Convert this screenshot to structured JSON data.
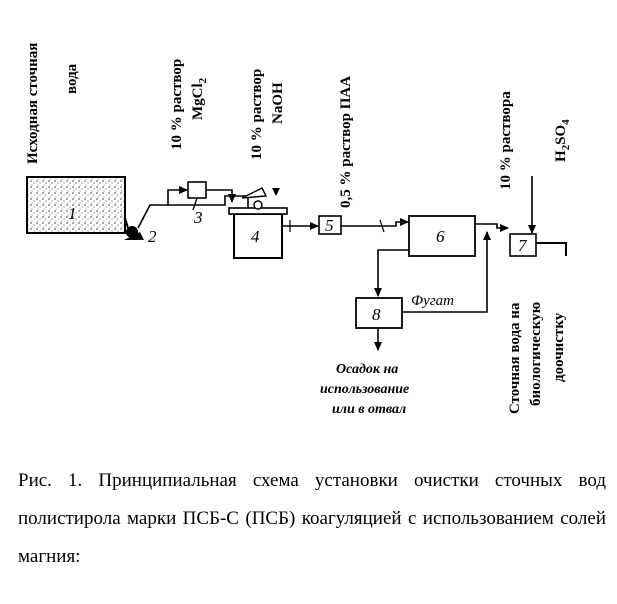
{
  "labels": {
    "source_line1": "Исходная сточная",
    "source_line2": "вода",
    "mgcl2_line1": "10 % раствор",
    "mgcl2_line2": "MgCl",
    "mgcl2_sub": "2",
    "naoh_line1": "10 % раствор",
    "naoh_line2": "NaOH",
    "paa": "0,5 % раствор ПАА",
    "h2so4_line1": "10 % раствора",
    "h2so4_H": "H",
    "h2so4_2": "2",
    "h2so4_SO": "SO",
    "h2so4_4": "4",
    "outlet_line1": "Сточная вода на",
    "outlet_line2": "биологическую",
    "outlet_line3": "доочистку",
    "fugat": "Фугат",
    "sediment_line1": "Осадок на",
    "sediment_line2": "использование",
    "sediment_line3": "или в отвал"
  },
  "nodes": {
    "n1": "1",
    "n2": "2",
    "n3": "3",
    "n4": "4",
    "n5": "5",
    "n6": "6",
    "n7": "7",
    "n8": "8"
  },
  "caption": "Рис. 1. Принципиальная схема установки очистки сточных вод полистирола марки ПСБ-С (ПСБ) коагуляцией с использованием солей магния:"
}
